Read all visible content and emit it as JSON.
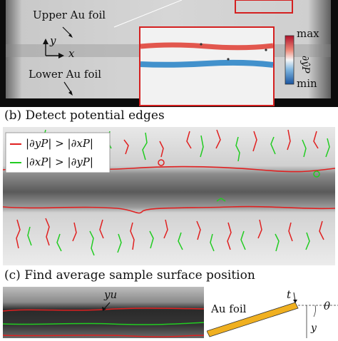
{
  "panel_a": {
    "label_upper": "Upper Au foil",
    "label_lower": "Lower Au foil",
    "axis_y": "y",
    "axis_x": "x",
    "colorbar_max": "max",
    "colorbar_min": "min",
    "colorbar_label": "∂ŷP",
    "colors": {
      "inset_border": "#d42020",
      "band_red": "#e0463c",
      "band_blue": "#2f86c8"
    }
  },
  "panel_b": {
    "header": "(b) Detect potential edges",
    "legend": [
      {
        "text": "|∂yP| > |∂xP|",
        "color": "#e02020"
      },
      {
        "text": "|∂xP| > |∂yP|",
        "color": "#22cc22"
      }
    ]
  },
  "panel_c": {
    "header": "(c) Find average sample surface position",
    "label_yu": "yu",
    "label_au_foil": "Au foil",
    "label_t": "t",
    "label_theta": "θ",
    "label_y": "y",
    "colors": {
      "foil": "#f0b020",
      "edge_red": "#e02020",
      "edge_green": "#22cc22"
    }
  }
}
